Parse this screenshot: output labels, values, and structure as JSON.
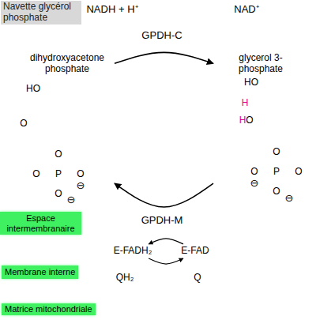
{
  "diagram": {
    "title": "Navette glycérol phosphate",
    "nodes": [
      {
        "text": [
          "GPDH-C"
        ]
      },
      {
        "text": [
          "dihydroxyacetone phosphate"
        ]
      },
      {
        "text": [
          "glycerol 3-phosphate"
        ]
      },
      {
        "text": [
          "Espace intermembranaire"
        ]
      },
      {
        "text": [
          "GPDH-M"
        ]
      },
      {
        "text": [
          "E-FADH₂"
        ],
        "in": 4
      },
      {
        "text": [
          "E-FAD"
        ],
        "in": 4
      },
      {
        "text": [
          "Membrane interne"
        ]
      },
      {
        "text": [
          "Matrice mitochondriale"
        ]
      }
    ],
    "edges": [
      {
        "from": 1,
        "to": 2,
        "arrow": "to"
      },
      {
        "from": 2,
        "to": 1,
        "arrow": "to"
      },
      {
        "from": 6,
        "to": 5,
        "arrow": "to"
      },
      {
        "from": 5,
        "to": 6,
        "arrow": "to"
      }
    ],
    "labels": [
      "NADH + H⁺",
      "NAD⁺",
      "HO",
      "O",
      "O",
      "P",
      "O",
      "O",
      "O",
      "⊖",
      "⊖",
      "HO",
      "H",
      "H",
      "O",
      "O",
      "P",
      "O",
      "O",
      "O",
      "⊖",
      "⊖",
      "QH₂",
      "Q"
    ]
  }
}
